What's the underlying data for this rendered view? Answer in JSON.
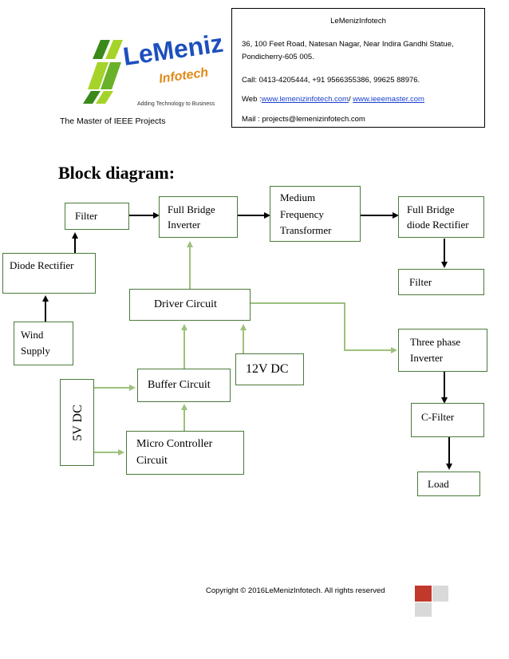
{
  "header": {
    "logo": {
      "brand_line1": "LeMeniz",
      "brand_line2": "Infotech",
      "slogan": "Adding Technology to Business",
      "colors": {
        "green": "#3a8a1a",
        "lime": "#a6d32a",
        "blue": "#1d4fbd"
      }
    },
    "master_text": "The Master of IEEE Projects",
    "contact": {
      "company": "LeMenizInfotech",
      "address_line1": "36, 100 Feet Road, Natesan Nagar, Near Indira Gandhi Statue,",
      "address_line2": "Pondicherry-605 005.",
      "call": "Call: 0413-4205444, +91 9566355386, 99625 88976.",
      "web_label": "Web :",
      "web_link1": "www.lemenizinfotech.com",
      "web_sep": "/",
      "web_link2": "www.ieeemaster.com",
      "mail": "Mail : projects@lemenizinfotech.com"
    }
  },
  "heading": "Block diagram:",
  "diagram": {
    "line_color": "#9ec07e",
    "arrow_color": "#000000",
    "box_border": "#4a7a3a",
    "blocks": {
      "filter_left": "Filter",
      "diode_rectifier": "Diode Rectifier",
      "wind_supply": [
        "Wind",
        "Supply"
      ],
      "full_bridge_inverter": [
        "Full Bridge",
        "Inverter"
      ],
      "medium_freq_transformer": [
        "Medium",
        "Frequency",
        "Transformer"
      ],
      "full_bridge_diode_rectifier": [
        "Full Bridge",
        "diode Rectifier"
      ],
      "filter_right": "Filter",
      "driver_circuit": "Driver Circuit",
      "three_phase_inverter": [
        "Three phase",
        "Inverter"
      ],
      "twelve_v_dc": "12V DC",
      "buffer_circuit": "Buffer Circuit",
      "five_v_dc": "5V DC",
      "c_filter": "C-Filter",
      "micro_controller": [
        "Micro Controller",
        "Circuit"
      ],
      "load": "Load"
    }
  },
  "footer": {
    "copyright": "Copyright © 2016LeMenizInfotech. All rights reserved",
    "square_colors": [
      "#c0392b",
      "#d9d9d9",
      "#d9d9d9"
    ]
  }
}
